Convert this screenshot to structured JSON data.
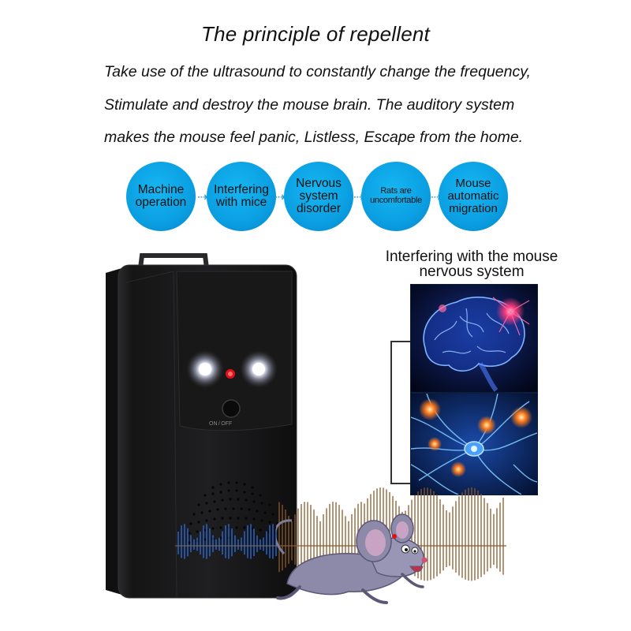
{
  "heading": {
    "title": "The principle of repellent",
    "lines": [
      "Take use of the ultrasound to constantly change the frequency,",
      "Stimulate and destroy the mouse brain. The auditory system",
      "makes the mouse feel panic, Listless, Escape from the home."
    ]
  },
  "steps": [
    {
      "label": "Machine operation"
    },
    {
      "label": "Interfering with mice"
    },
    {
      "label": "Nervous system disorder"
    },
    {
      "label": "Rats are uncomfortable"
    },
    {
      "label": "Mouse automatic migration"
    }
  ],
  "arrow_glyph": "⇢",
  "caption": "Interfering with the mouse nervous system",
  "device": {
    "button_label": "ON / OFF"
  },
  "colors": {
    "circle_blue": "#0a9fe2",
    "device_body": "#1c1c1e",
    "led_red": "#e0101a",
    "neural_blue": "#2a6cff",
    "wave_brown": "#8a5a2b",
    "mouse_purple": "#8c8aa8"
  },
  "icons": [
    "brain-image",
    "neuron-image",
    "repeller-device",
    "mouse-illustration",
    "ultrasound-wave"
  ]
}
